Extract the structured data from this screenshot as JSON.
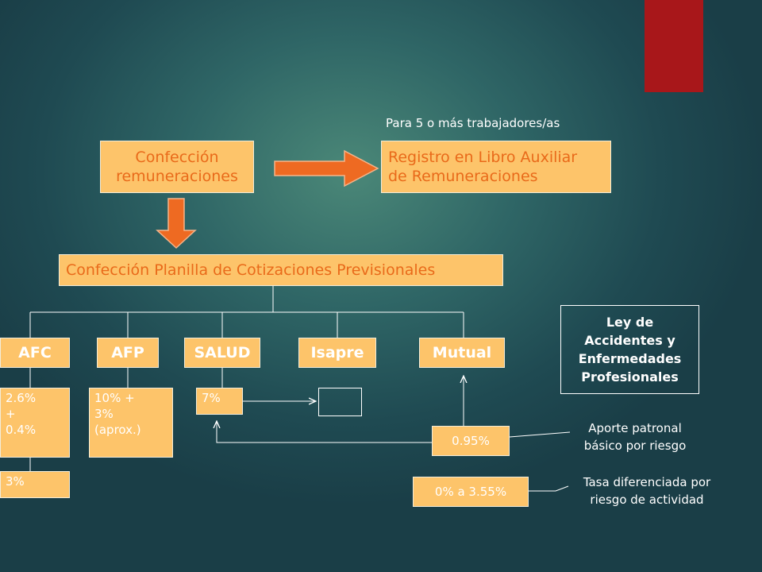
{
  "header": {
    "note": "Para 5 o más trabajadores/as"
  },
  "boxes": {
    "remuneraciones": "Confección\nremuneraciones",
    "registro": "Registro en Libro Auxiliar\nde Remuneraciones",
    "planilla": "Confección Planilla de Cotizaciones Previsionales"
  },
  "categories": [
    "AFC",
    "AFP",
    "SALUD",
    "Isapre",
    "Mutual"
  ],
  "values": {
    "afc": "2.6%\n+\n0.4%",
    "afc_extra": "3%",
    "afp": "10% +\n3%\n(aprox.)",
    "salud": "7%",
    "isapre": "",
    "mutual_basic": "0.95%",
    "mutual_diff": "0% a 3.55%"
  },
  "notes": {
    "aporte": "Aporte patronal\nbásico por riesgo",
    "tasa": "Tasa diferenciada por\nriesgo de actividad"
  },
  "law": "Ley de\nAccidentes y\nEnfermedades\nProfesionales",
  "colors": {
    "box": "#fdc46a",
    "text_orange": "#e96a1a",
    "arrow": "#ee6a22",
    "accent": "#a8171a"
  }
}
